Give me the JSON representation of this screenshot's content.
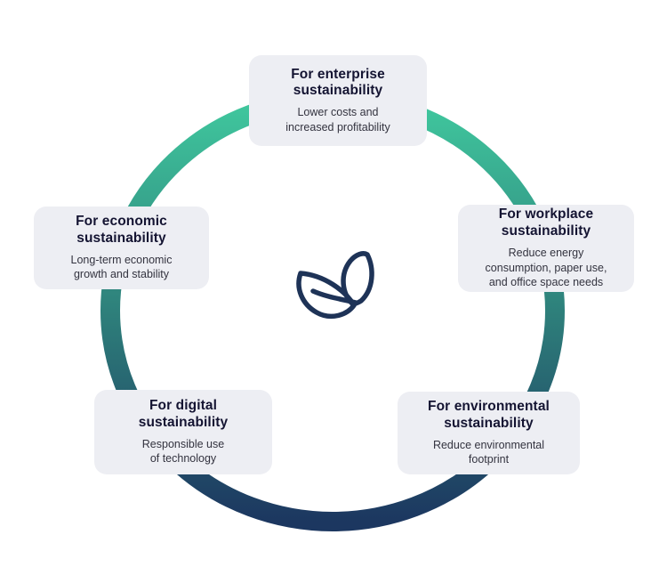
{
  "diagram": {
    "name": "sustainability-cycle",
    "center_icon": "leaf-icon"
  },
  "colors": {
    "ring_gradient_top": "#40C89E",
    "ring_gradient_mid": "#2E807B",
    "ring_gradient_bottom": "#1C3760",
    "card_background": "#EDEEF3",
    "title_text": "#141432",
    "body_text": "#33333F",
    "leaf_icon": "#1E3357",
    "page_background": "#FFFFFF"
  },
  "cards": [
    {
      "id": "enterprise",
      "title": "For enterprise\nsustainability",
      "description": "Lower costs and\nincreased profitability"
    },
    {
      "id": "workplace",
      "title": "For workplace\nsustainability",
      "description": "Reduce energy\nconsumption, paper use,\nand office space needs"
    },
    {
      "id": "environmental",
      "title": "For environmental\nsustainability",
      "description": "Reduce environmental\nfootprint"
    },
    {
      "id": "digital",
      "title": "For digital\nsustainability",
      "description": "Responsible use\nof technology"
    },
    {
      "id": "economic",
      "title": "For economic\nsustainability",
      "description": "Long-term economic\ngrowth and stability"
    }
  ]
}
